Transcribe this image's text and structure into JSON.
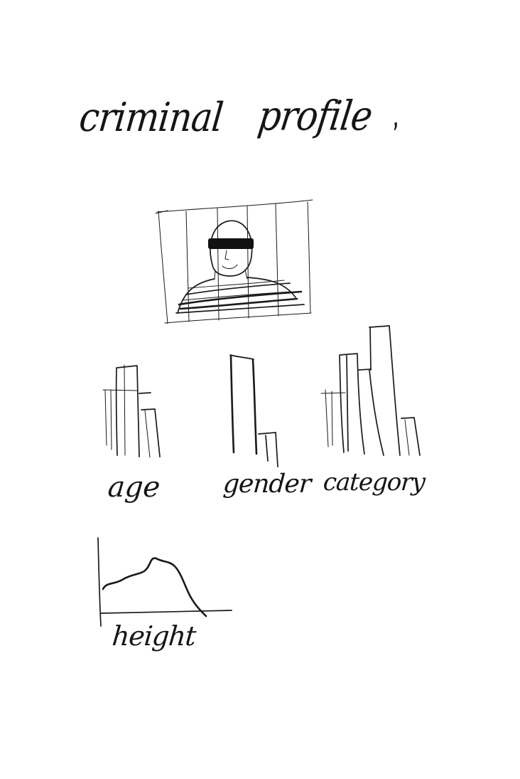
{
  "title": {
    "left": "criminal",
    "right": "profile",
    "mark": ","
  },
  "photo": {
    "icon": "redacted-suspect-photo"
  },
  "charts": {
    "age_label": "age",
    "gender_label": "gender",
    "category_label": "category",
    "height_label": "height"
  },
  "chart_data": [
    {
      "type": "bar",
      "categories": [
        "",
        "",
        ""
      ],
      "values": [
        3.5,
        4.0,
        2.0
      ],
      "xlabel": "age"
    },
    {
      "type": "bar",
      "categories": [
        "",
        ""
      ],
      "values": [
        4.5,
        1.0
      ],
      "xlabel": "gender"
    },
    {
      "type": "bar",
      "categories": [
        "",
        "",
        "",
        "",
        ""
      ],
      "values": [
        2.5,
        4.5,
        4.0,
        5.5,
        1.5
      ],
      "xlabel": "category"
    },
    {
      "type": "area",
      "x": [
        0,
        1,
        2,
        3,
        4,
        5,
        6,
        7
      ],
      "y": [
        1.0,
        1.3,
        1.6,
        2.6,
        2.4,
        1.8,
        0.6,
        0.0
      ],
      "xlabel": "height"
    }
  ]
}
